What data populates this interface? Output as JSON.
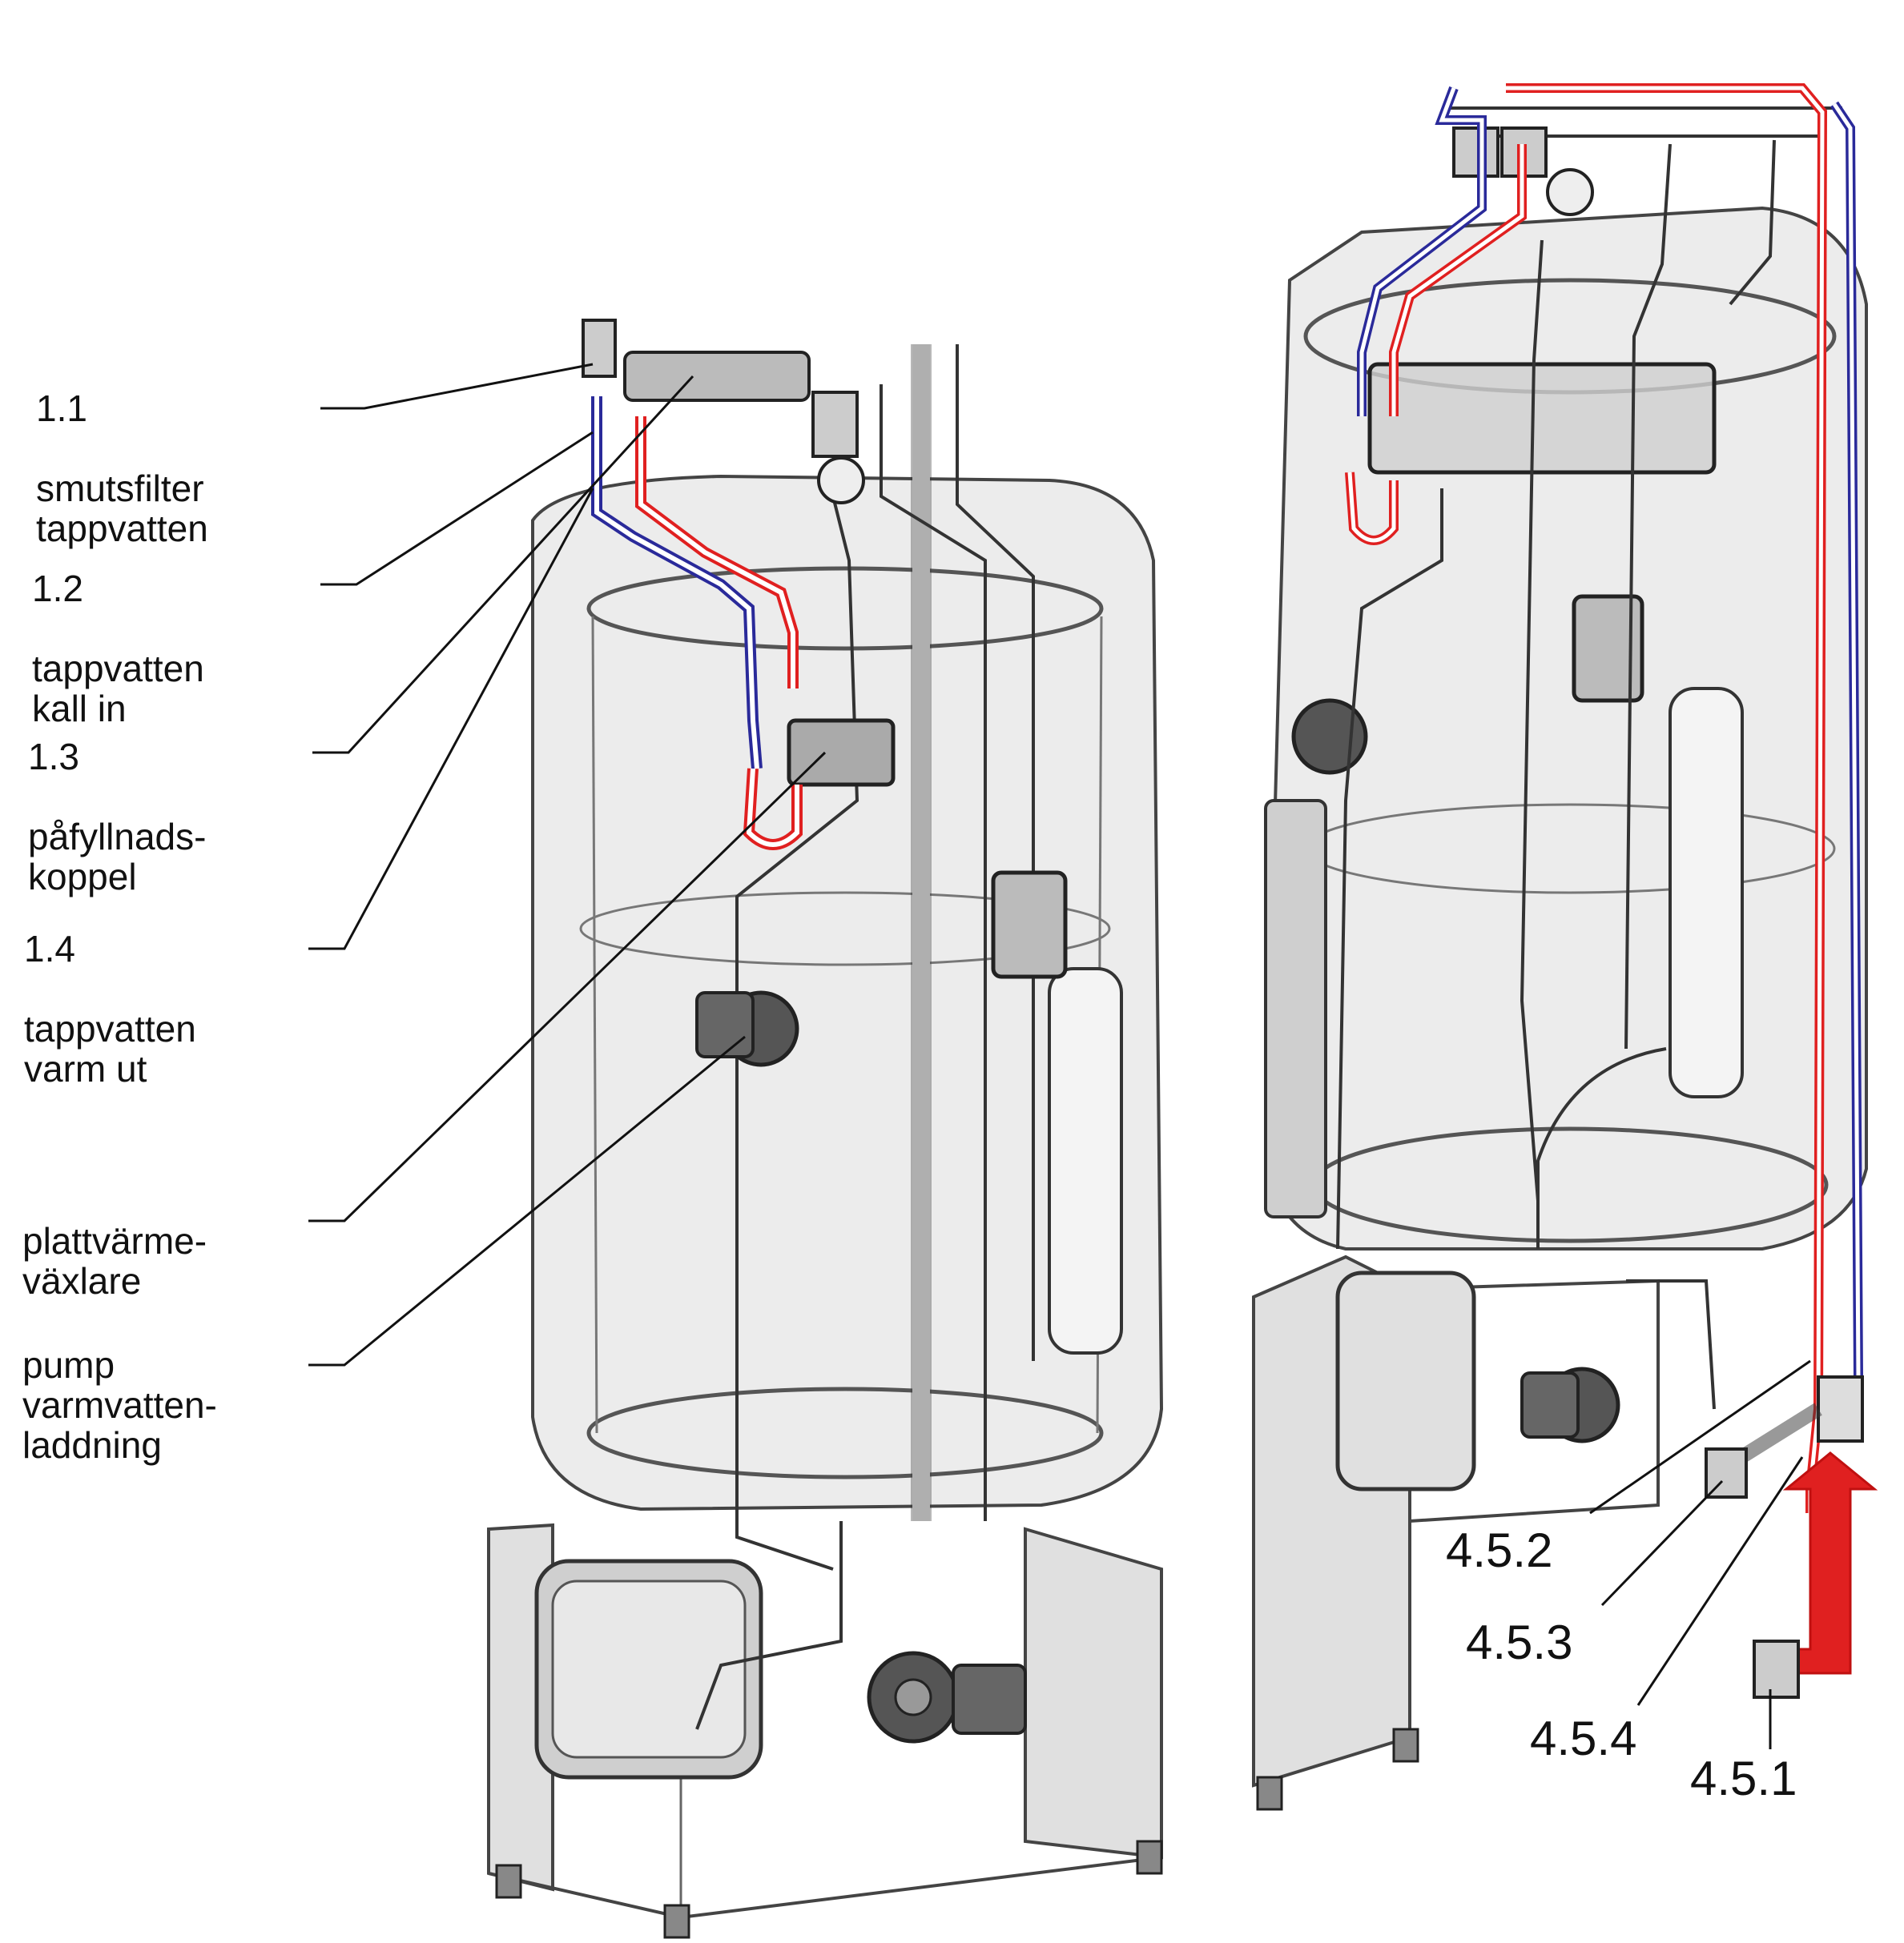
{
  "labels_left": [
    {
      "id": "1.1",
      "number": "1.1",
      "text": "smutsfilter\ntappvatten"
    },
    {
      "id": "1.2",
      "number": "1.2",
      "text": "tappvatten\nkall in"
    },
    {
      "id": "1.3",
      "number": "1.3",
      "text": "påfyllnads-\nkoppel"
    },
    {
      "id": "1.4",
      "number": "1.4",
      "text": "tappvatten\nvarm ut"
    },
    {
      "id": "plattvarmevaxlare",
      "number": "",
      "text": "plattvärme-\nväxlare"
    },
    {
      "id": "pump",
      "number": "",
      "text": "pump\nvarmvatten-\nladdning"
    }
  ],
  "labels_right": [
    {
      "id": "4.5.2",
      "text": "4.5.2"
    },
    {
      "id": "4.5.3",
      "text": "4.5.3"
    },
    {
      "id": "4.5.4",
      "text": "4.5.4"
    },
    {
      "id": "4.5.1",
      "text": "4.5.1"
    }
  ],
  "colors": {
    "hot_pipe": "#e02020",
    "cold_pipe": "#2a2a9a",
    "tank_fill": "#dcdcdc",
    "outline": "#333333",
    "arrow": "#e02020"
  }
}
